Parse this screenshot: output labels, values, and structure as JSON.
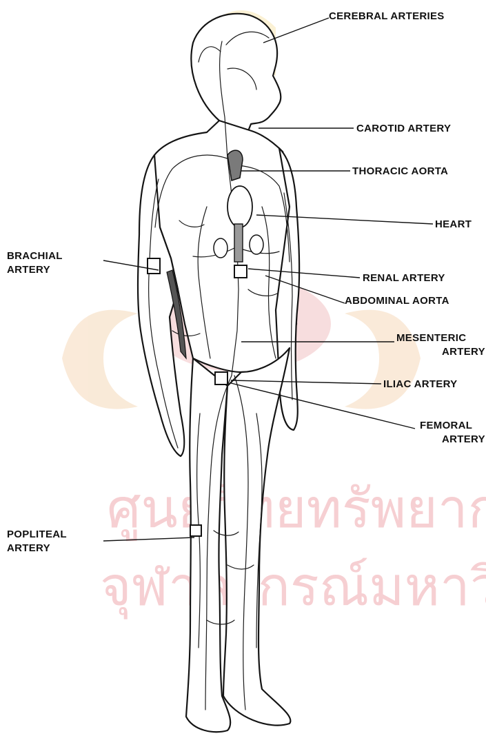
{
  "watermark": {
    "line1": "ศูนย์วิทยทรัพยากร",
    "line2": "จุฬาลงกรณ์มหาวิทยาลัย",
    "color": "#f3c6c9",
    "seal_color": "#f4cfcf"
  },
  "labels": {
    "cerebral": "CEREBRAL ARTERIES",
    "carotid": "CAROTID ARTERY",
    "thoracic": "THORACIC AORTA",
    "heart": "HEART",
    "brachial_1": "BRACHIAL",
    "brachial_2": "ARTERY",
    "renal": "RENAL ARTERY",
    "abdominal": "ABDOMINAL AORTA",
    "mesenteric_1": "MESENTERIC",
    "mesenteric_2": "ARTERY",
    "iliac": "ILIAC ARTERY",
    "femoral_1": "FEMORAL",
    "femoral_2": "ARTERY",
    "popliteal_1": "POPLITEAL",
    "popliteal_2": "ARTERY"
  }
}
